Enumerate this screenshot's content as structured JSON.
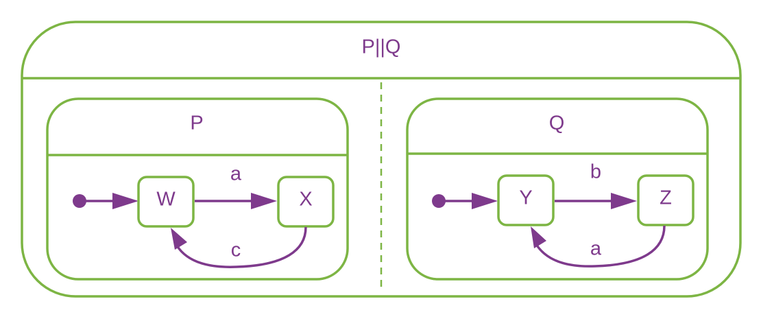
{
  "diagram": {
    "outer_title": "P||Q",
    "left_region": {
      "title": "P",
      "states": [
        "W",
        "X"
      ],
      "transitions": [
        {
          "from": "W",
          "to": "X",
          "label": "a"
        },
        {
          "from": "X",
          "to": "W",
          "label": "c"
        }
      ],
      "initial": "W"
    },
    "right_region": {
      "title": "Q",
      "states": [
        "Y",
        "Z"
      ],
      "transitions": [
        {
          "from": "Y",
          "to": "Z",
          "label": "b"
        },
        {
          "from": "Z",
          "to": "Y",
          "label": "a"
        }
      ],
      "initial": "Y"
    }
  },
  "colors": {
    "frame": "#7db544",
    "ink": "#7e3a8c"
  }
}
